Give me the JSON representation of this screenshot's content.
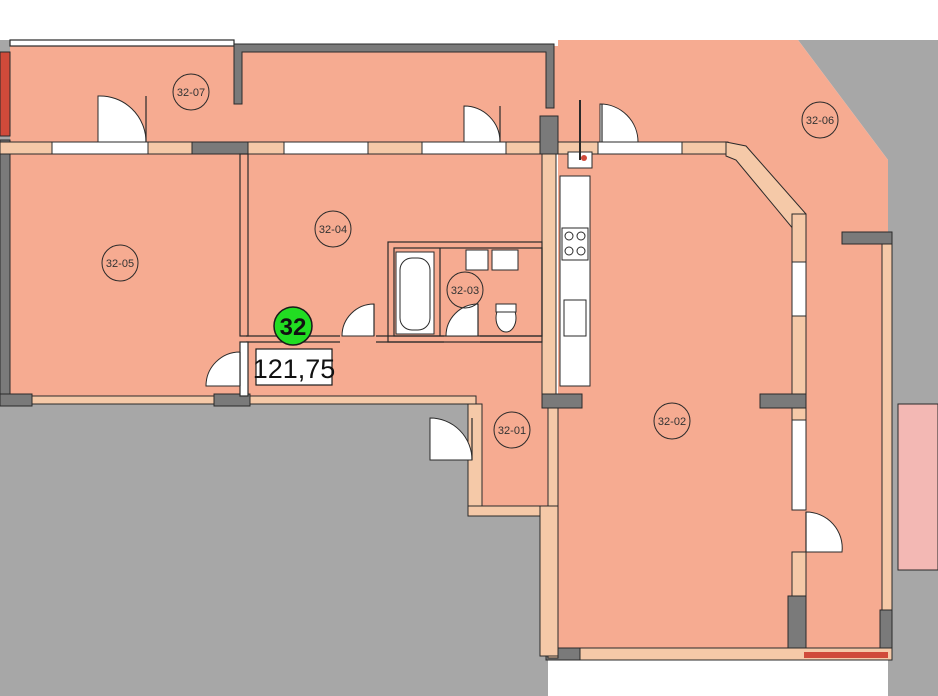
{
  "plan": {
    "apartment_number": "32",
    "area": "121,75",
    "rooms": [
      {
        "id": "32-01"
      },
      {
        "id": "32-02"
      },
      {
        "id": "32-03"
      },
      {
        "id": "32-04"
      },
      {
        "id": "32-05"
      },
      {
        "id": "32-06"
      },
      {
        "id": "32-07"
      }
    ]
  },
  "colors": {
    "room_fill": "#f6ab91",
    "outside_area": "#a7a7a7",
    "badge_green": "#22dd22",
    "wall_hatch": "#7a7a7a",
    "window_edge": "#2a2a2a"
  }
}
